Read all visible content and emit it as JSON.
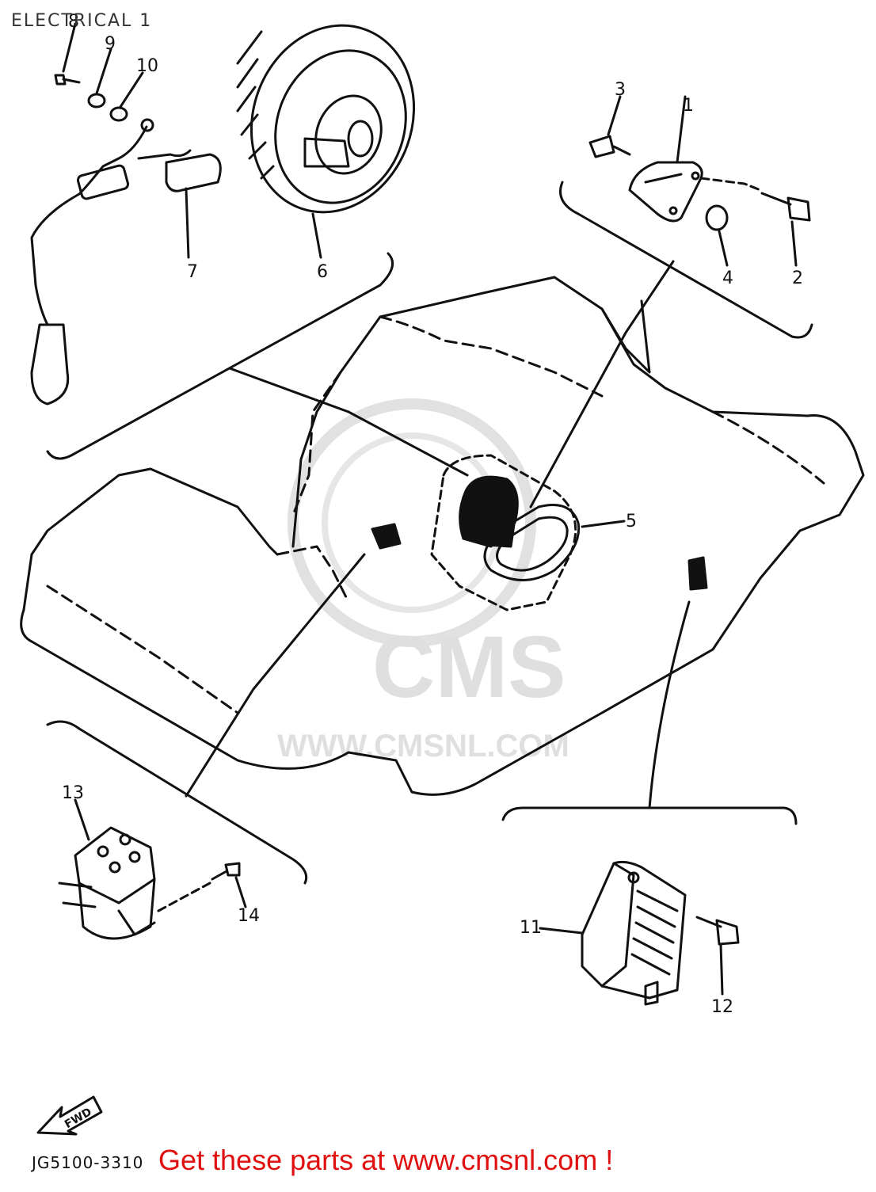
{
  "title": "ELECTRICAL 1",
  "drawing_code": "JG5100-3310",
  "promo_text": "Get these parts at www.cmsnl.com !",
  "fwd_label": "FWD",
  "watermark": {
    "brand": "CMS",
    "url": "WWW.CMSNL.COM"
  },
  "callouts": [
    "1",
    "2",
    "3",
    "4",
    "5",
    "6",
    "7",
    "8",
    "9",
    "10",
    "11",
    "12",
    "13",
    "14"
  ],
  "colors": {
    "line": "#111111",
    "promo": "#e01010",
    "watermark": "#dcdcdc"
  }
}
